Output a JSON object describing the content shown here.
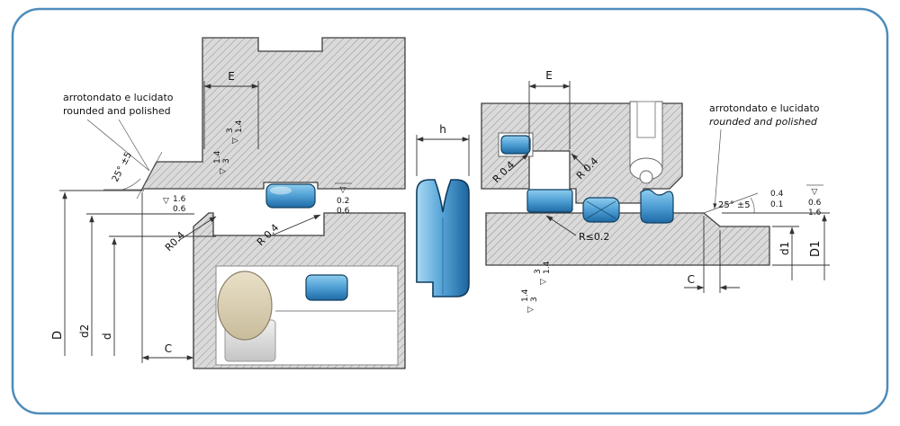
{
  "colors": {
    "frame": "#4d8cba",
    "seal_blue": "#2e7cb8",
    "hatch_fill": "#dadada"
  },
  "symbols": {
    "finish_triangle": "▽"
  },
  "left": {
    "note1": "arrotondato e lucidato",
    "note2": "rounded and polished",
    "angle": "25° ±5",
    "e": "E",
    "rough_top_a": "3",
    "rough_top_b": "1.4",
    "rough_side_a": "1.4",
    "rough_side_b": "3",
    "gap_a": "1.6",
    "gap_b": "0.6",
    "bore_a": "0.2",
    "bore_b": "0.6",
    "r1": "R0.4",
    "r2": "R 0.4",
    "D": "D",
    "d2": "d2",
    "d": "d",
    "C": "C"
  },
  "seal": {
    "h": "h"
  },
  "right": {
    "e": "E",
    "r1": "R 0.4",
    "r2": "R 0.4",
    "note1": "arrotondato e lucidato",
    "note2": "rounded and polished",
    "angle": "25° ±5",
    "tol_a": "0.4",
    "tol_b": "0.1",
    "end_a": "0.6",
    "end_b": "1.6",
    "rmax": "R≤0.2",
    "rod_a": "3",
    "rod_b": "1.4",
    "rod2_a": "1.4",
    "rod2_b": "3",
    "C": "C",
    "d1": "d1",
    "D1": "D1"
  }
}
